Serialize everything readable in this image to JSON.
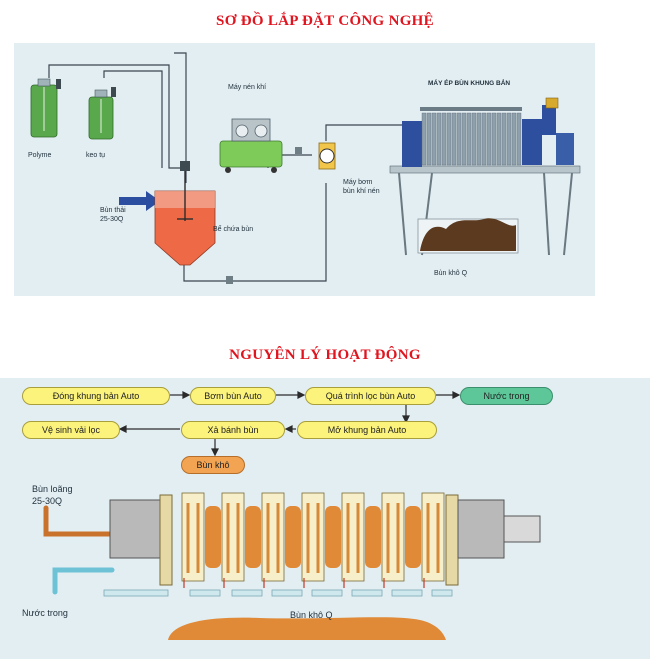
{
  "titles": {
    "install": "SƠ ĐỒ LẮP ĐẶT CÔNG NGHỆ",
    "principle": "NGUYÊN LÝ HOẠT ĐỘNG"
  },
  "install_diagram": {
    "polyme": "Polyme",
    "keo_tu": "keo tụ",
    "may_nen_khi": "Máy nén khí",
    "may_ep": "MÁY ÉP BÙN KHUNG BẢN",
    "bun_thai_1": "Bùn thải",
    "bun_thai_2": "25-30Q",
    "be_chua_bun": "Bể chứa bùn",
    "may_bom_1": "Máy bơm",
    "may_bom_2": "bùn khí nén",
    "bun_kho": "Bùn khô Q"
  },
  "process_flow": {
    "step1": "Đóng khung bản Auto",
    "step2": "Bơm bùn Auto",
    "step3": "Quá trình lọc bùn Auto",
    "output_water": "Nước trong",
    "step4": "Mở khung bản Auto",
    "step5": "Xả bánh bùn",
    "step6": "Vệ sinh vải lọc",
    "output_cake": "Bùn khô"
  },
  "press_section": {
    "bun_loang_1": "Bùn loãng",
    "bun_loang_2": "25-30Q",
    "nuoc_trong": "Nước trong",
    "bun_kho_q": "Bùn khô Q"
  },
  "colors": {
    "title": "#e0151f",
    "panel_bg": "#e3eef3",
    "step_fill": "#fbf37c",
    "output_water_fill": "#5ec79a",
    "output_cake_fill": "#f2a452",
    "tank_green": "#5aa84c",
    "sludge_tank_red": "#ee6a47",
    "press_blue": "#2d4f9e"
  }
}
